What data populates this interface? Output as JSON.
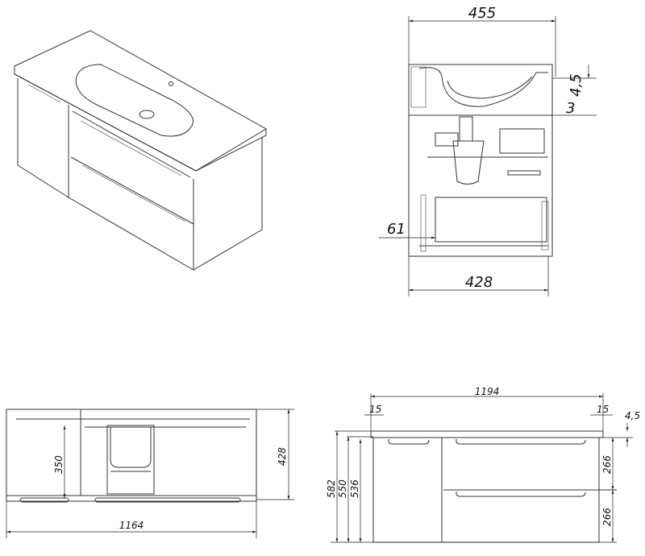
{
  "title": "Vanity unit with washbasin - technical drawing",
  "views": {
    "side": {
      "width_top": "455",
      "width_bottom": "428",
      "depth_offset": "61",
      "basin_rim": "4,5",
      "gap": "3"
    },
    "plan": {
      "width": "1164",
      "depth": "428",
      "inner_depth": "350"
    },
    "front": {
      "width": "1194",
      "overhang_left": "15",
      "overhang_right": "15",
      "rim": "4,5",
      "height_total": "582",
      "height_cabinet": "550",
      "height_body": "536",
      "drawer_top": "266",
      "drawer_bottom": "266"
    }
  }
}
